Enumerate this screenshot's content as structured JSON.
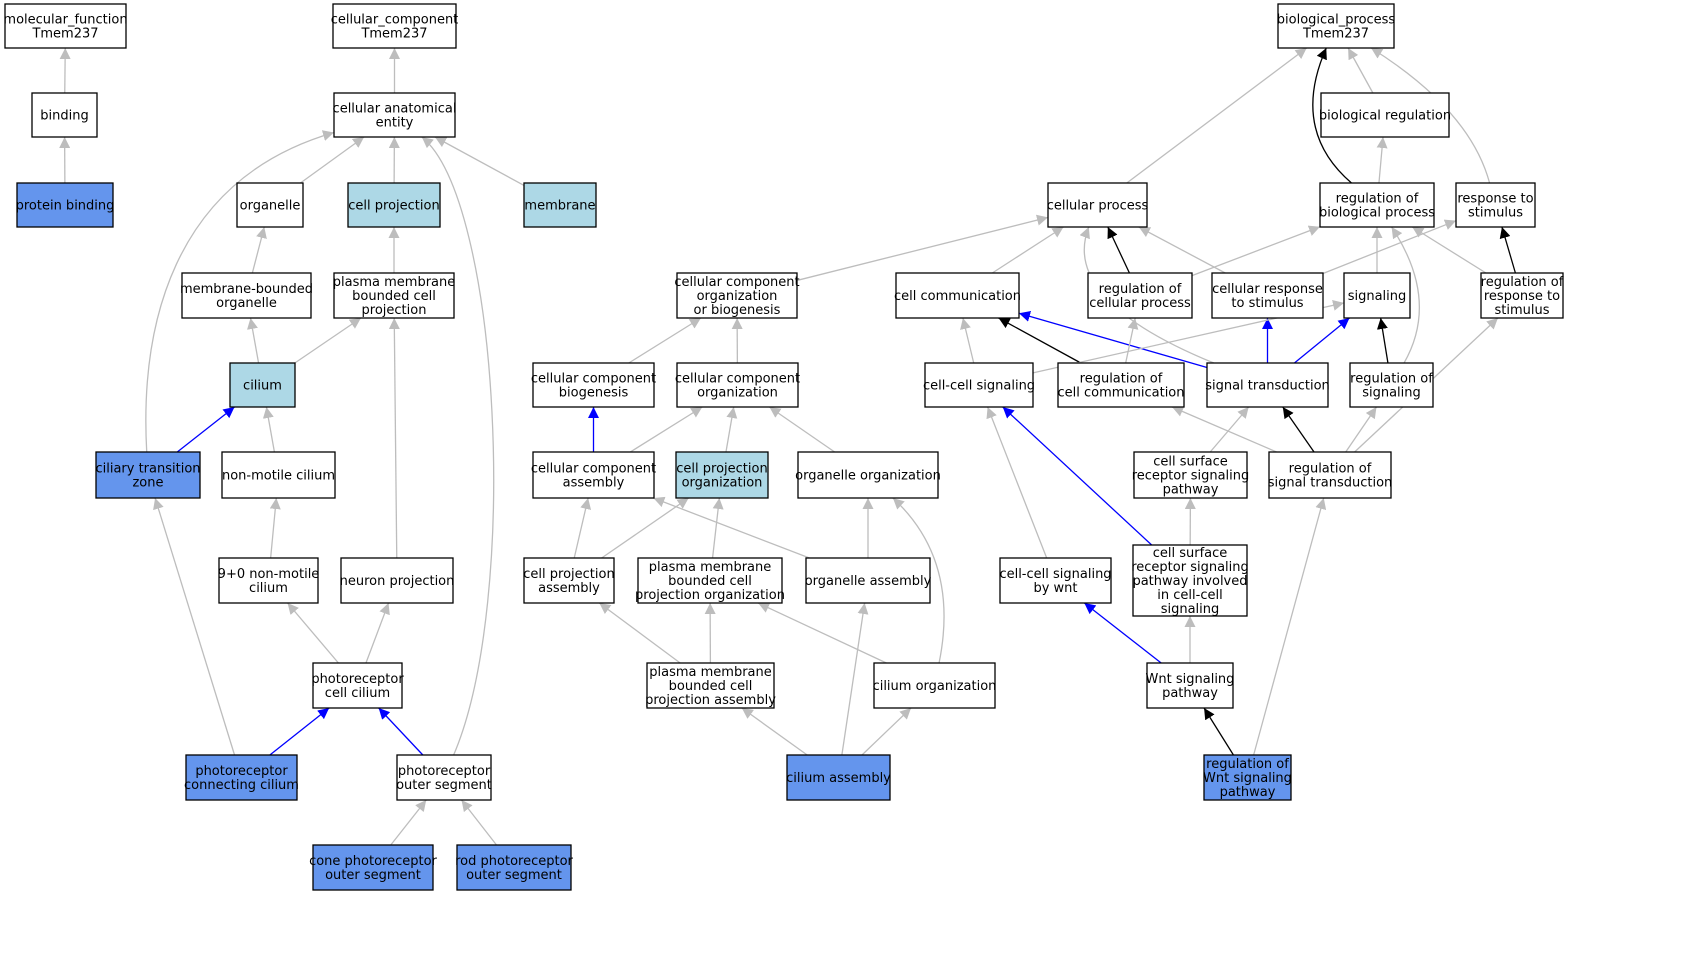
{
  "colors": {
    "plain": "#ffffff",
    "light": "#add8e6",
    "dark": "#6495ed",
    "edge_gray": "#bdbdbd",
    "edge_black": "#000000",
    "edge_blue": "#0000ff"
  },
  "nodes": [
    {
      "id": "mf",
      "lines": [
        "molecular_function",
        "Tmem237"
      ],
      "fill": "plain"
    },
    {
      "id": "cc",
      "lines": [
        "cellular_component",
        "Tmem237"
      ],
      "fill": "plain"
    },
    {
      "id": "bp",
      "lines": [
        "biological_process",
        "Tmem237"
      ],
      "fill": "plain"
    },
    {
      "id": "binding",
      "lines": [
        "binding"
      ],
      "fill": "plain"
    },
    {
      "id": "cae",
      "lines": [
        "cellular anatomical",
        "entity"
      ],
      "fill": "plain"
    },
    {
      "id": "biolreg",
      "lines": [
        "biological regulation"
      ],
      "fill": "plain"
    },
    {
      "id": "protbind",
      "lines": [
        "protein binding"
      ],
      "fill": "dark"
    },
    {
      "id": "organelle",
      "lines": [
        "organelle"
      ],
      "fill": "plain"
    },
    {
      "id": "cellproj",
      "lines": [
        "cell projection"
      ],
      "fill": "light"
    },
    {
      "id": "membrane",
      "lines": [
        "membrane"
      ],
      "fill": "light"
    },
    {
      "id": "cellproc",
      "lines": [
        "cellular process"
      ],
      "fill": "plain"
    },
    {
      "id": "regbp",
      "lines": [
        "regulation of",
        "biological process"
      ],
      "fill": "plain"
    },
    {
      "id": "respstim",
      "lines": [
        "response to",
        "stimulus"
      ],
      "fill": "plain"
    },
    {
      "id": "mbo",
      "lines": [
        "membrane-bounded",
        "organelle"
      ],
      "fill": "plain"
    },
    {
      "id": "pmbcp",
      "lines": [
        "plasma membrane",
        "bounded cell",
        "projection"
      ],
      "fill": "plain"
    },
    {
      "id": "ccob",
      "lines": [
        "cellular component",
        "organization",
        "or biogenesis"
      ],
      "fill": "plain"
    },
    {
      "id": "cellcomm",
      "lines": [
        "cell communication"
      ],
      "fill": "plain"
    },
    {
      "id": "regcp",
      "lines": [
        "regulation of",
        "cellular process"
      ],
      "fill": "plain"
    },
    {
      "id": "cellresp",
      "lines": [
        "cellular response",
        "to stimulus"
      ],
      "fill": "plain"
    },
    {
      "id": "signaling",
      "lines": [
        "signaling"
      ],
      "fill": "plain"
    },
    {
      "id": "regresp",
      "lines": [
        "regulation of",
        "response to",
        "stimulus"
      ],
      "fill": "plain"
    },
    {
      "id": "cilium",
      "lines": [
        "cilium"
      ],
      "fill": "light"
    },
    {
      "id": "ccbio",
      "lines": [
        "cellular component",
        "biogenesis"
      ],
      "fill": "plain"
    },
    {
      "id": "ccorg",
      "lines": [
        "cellular component",
        "organization"
      ],
      "fill": "plain"
    },
    {
      "id": "ccsig",
      "lines": [
        "cell-cell signaling"
      ],
      "fill": "plain"
    },
    {
      "id": "regcc",
      "lines": [
        "regulation of",
        "cell communication"
      ],
      "fill": "plain"
    },
    {
      "id": "sigtrans",
      "lines": [
        "signal transduction"
      ],
      "fill": "plain"
    },
    {
      "id": "regsig",
      "lines": [
        "regulation of",
        "signaling"
      ],
      "fill": "plain"
    },
    {
      "id": "ctz",
      "lines": [
        "ciliary transition",
        "zone"
      ],
      "fill": "dark"
    },
    {
      "id": "nmc",
      "lines": [
        "non-motile cilium"
      ],
      "fill": "plain"
    },
    {
      "id": "ccasm",
      "lines": [
        "cellular component",
        "assembly"
      ],
      "fill": "plain"
    },
    {
      "id": "cporg",
      "lines": [
        "cell projection",
        "organization"
      ],
      "fill": "light"
    },
    {
      "id": "orgorg",
      "lines": [
        "organelle organization"
      ],
      "fill": "plain"
    },
    {
      "id": "csrsp",
      "lines": [
        "cell surface",
        "receptor signaling",
        "pathway"
      ],
      "fill": "plain"
    },
    {
      "id": "regst",
      "lines": [
        "regulation of",
        "signal transduction"
      ],
      "fill": "plain"
    },
    {
      "id": "nmc90",
      "lines": [
        "9+0 non-motile",
        "cilium"
      ],
      "fill": "plain"
    },
    {
      "id": "neuproj",
      "lines": [
        "neuron projection"
      ],
      "fill": "plain"
    },
    {
      "id": "cpasm",
      "lines": [
        "cell projection",
        "assembly"
      ],
      "fill": "plain"
    },
    {
      "id": "pmbcpo",
      "lines": [
        "plasma membrane",
        "bounded cell",
        "projection organization"
      ],
      "fill": "plain"
    },
    {
      "id": "orgasm",
      "lines": [
        "organelle assembly"
      ],
      "fill": "plain"
    },
    {
      "id": "ccswnt",
      "lines": [
        "cell-cell signaling",
        "by wnt"
      ],
      "fill": "plain"
    },
    {
      "id": "csrspcc",
      "lines": [
        "cell surface",
        "receptor signaling",
        "pathway involved",
        "in cell-cell",
        "signaling"
      ],
      "fill": "plain"
    },
    {
      "id": "prcc",
      "lines": [
        "photoreceptor",
        "cell cilium"
      ],
      "fill": "plain"
    },
    {
      "id": "pmbcpa",
      "lines": [
        "plasma membrane",
        "bounded cell",
        "projection assembly"
      ],
      "fill": "plain"
    },
    {
      "id": "ciliumorg",
      "lines": [
        "cilium organization"
      ],
      "fill": "plain"
    },
    {
      "id": "wnt",
      "lines": [
        "Wnt signaling",
        "pathway"
      ],
      "fill": "plain"
    },
    {
      "id": "prconn",
      "lines": [
        "photoreceptor",
        "connecting cilium"
      ],
      "fill": "dark"
    },
    {
      "id": "pros",
      "lines": [
        "photoreceptor",
        "outer segment"
      ],
      "fill": "plain"
    },
    {
      "id": "ciliumasm",
      "lines": [
        "cilium assembly"
      ],
      "fill": "dark"
    },
    {
      "id": "regwnt",
      "lines": [
        "regulation of",
        "Wnt signaling",
        "pathway"
      ],
      "fill": "dark"
    },
    {
      "id": "conepr",
      "lines": [
        "cone photoreceptor",
        "outer segment"
      ],
      "fill": "dark"
    },
    {
      "id": "rodpr",
      "lines": [
        "rod photoreceptor",
        "outer segment"
      ],
      "fill": "dark"
    }
  ],
  "edges": [
    {
      "from": "binding",
      "to": "mf",
      "color": "edge_gray"
    },
    {
      "from": "protbind",
      "to": "binding",
      "color": "edge_gray"
    },
    {
      "from": "cae",
      "to": "cc",
      "color": "edge_gray"
    },
    {
      "from": "organelle",
      "to": "cae",
      "color": "edge_gray"
    },
    {
      "from": "cellproj",
      "to": "cae",
      "color": "edge_gray"
    },
    {
      "from": "membrane",
      "to": "cae",
      "color": "edge_gray"
    },
    {
      "from": "ctz",
      "to": "cae",
      "color": "edge_gray"
    },
    {
      "from": "pros",
      "to": "cae",
      "color": "edge_gray"
    },
    {
      "from": "mbo",
      "to": "organelle",
      "color": "edge_gray"
    },
    {
      "from": "pmbcp",
      "to": "cellproj",
      "color": "edge_gray"
    },
    {
      "from": "cilium",
      "to": "mbo",
      "color": "edge_gray"
    },
    {
      "from": "cilium",
      "to": "pmbcp",
      "color": "edge_gray"
    },
    {
      "from": "neuproj",
      "to": "pmbcp",
      "color": "edge_gray"
    },
    {
      "from": "ctz",
      "to": "cilium",
      "color": "edge_blue"
    },
    {
      "from": "nmc",
      "to": "cilium",
      "color": "edge_gray"
    },
    {
      "from": "nmc90",
      "to": "nmc",
      "color": "edge_gray"
    },
    {
      "from": "prcc",
      "to": "nmc90",
      "color": "edge_gray"
    },
    {
      "from": "prcc",
      "to": "neuproj",
      "color": "edge_gray"
    },
    {
      "from": "prconn",
      "to": "ctz",
      "color": "edge_gray"
    },
    {
      "from": "prconn",
      "to": "prcc",
      "color": "edge_blue"
    },
    {
      "from": "pros",
      "to": "prcc",
      "color": "edge_blue"
    },
    {
      "from": "conepr",
      "to": "pros",
      "color": "edge_gray"
    },
    {
      "from": "rodpr",
      "to": "pros",
      "color": "edge_gray"
    },
    {
      "from": "cellproc",
      "to": "bp",
      "color": "edge_gray"
    },
    {
      "from": "regbp",
      "to": "bp",
      "color": "edge_black"
    },
    {
      "from": "biolreg",
      "to": "bp",
      "color": "edge_gray"
    },
    {
      "from": "respstim",
      "to": "bp",
      "color": "edge_gray"
    },
    {
      "from": "regbp",
      "to": "biolreg",
      "color": "edge_gray"
    },
    {
      "from": "ccob",
      "to": "cellproc",
      "color": "edge_gray"
    },
    {
      "from": "cellcomm",
      "to": "cellproc",
      "color": "edge_gray"
    },
    {
      "from": "regcp",
      "to": "cellproc",
      "color": "edge_black"
    },
    {
      "from": "cellresp",
      "to": "cellproc",
      "color": "edge_gray"
    },
    {
      "from": "sigtrans",
      "to": "cellproc",
      "color": "edge_gray"
    },
    {
      "from": "regcp",
      "to": "regbp",
      "color": "edge_gray"
    },
    {
      "from": "signaling",
      "to": "regbp",
      "color": "edge_gray"
    },
    {
      "from": "regresp",
      "to": "regbp",
      "color": "edge_gray"
    },
    {
      "from": "regsig",
      "to": "regbp",
      "color": "edge_gray"
    },
    {
      "from": "cellresp",
      "to": "respstim",
      "color": "edge_gray"
    },
    {
      "from": "regresp",
      "to": "respstim",
      "color": "edge_black"
    },
    {
      "from": "ccbio",
      "to": "ccob",
      "color": "edge_gray"
    },
    {
      "from": "ccorg",
      "to": "ccob",
      "color": "edge_gray"
    },
    {
      "from": "ccsig",
      "to": "cellcomm",
      "color": "edge_gray"
    },
    {
      "from": "regcc",
      "to": "cellcomm",
      "color": "edge_black"
    },
    {
      "from": "sigtrans",
      "to": "cellcomm",
      "color": "edge_blue"
    },
    {
      "from": "regcc",
      "to": "regcp",
      "color": "edge_gray"
    },
    {
      "from": "sigtrans",
      "to": "cellresp",
      "color": "edge_blue"
    },
    {
      "from": "sigtrans",
      "to": "signaling",
      "color": "edge_blue"
    },
    {
      "from": "ccsig",
      "to": "signaling",
      "color": "edge_gray"
    },
    {
      "from": "regsig",
      "to": "signaling",
      "color": "edge_black"
    },
    {
      "from": "regst",
      "to": "regresp",
      "color": "edge_gray"
    },
    {
      "from": "regst",
      "to": "regcc",
      "color": "edge_gray"
    },
    {
      "from": "regst",
      "to": "sigtrans",
      "color": "edge_black"
    },
    {
      "from": "regst",
      "to": "regsig",
      "color": "edge_gray"
    },
    {
      "from": "ccasm",
      "to": "ccbio",
      "color": "edge_blue"
    },
    {
      "from": "ccasm",
      "to": "ccorg",
      "color": "edge_gray"
    },
    {
      "from": "cporg",
      "to": "ccorg",
      "color": "edge_gray"
    },
    {
      "from": "orgorg",
      "to": "ccorg",
      "color": "edge_gray"
    },
    {
      "from": "cpasm",
      "to": "ccasm",
      "color": "edge_gray"
    },
    {
      "from": "orgasm",
      "to": "ccasm",
      "color": "edge_gray"
    },
    {
      "from": "cpasm",
      "to": "cporg",
      "color": "edge_gray"
    },
    {
      "from": "pmbcpo",
      "to": "cporg",
      "color": "edge_gray"
    },
    {
      "from": "orgasm",
      "to": "orgorg",
      "color": "edge_gray"
    },
    {
      "from": "ciliumorg",
      "to": "orgorg",
      "color": "edge_gray"
    },
    {
      "from": "pmbcpa",
      "to": "cpasm",
      "color": "edge_gray"
    },
    {
      "from": "pmbcpa",
      "to": "pmbcpo",
      "color": "edge_gray"
    },
    {
      "from": "ciliumorg",
      "to": "pmbcpo",
      "color": "edge_gray"
    },
    {
      "from": "ciliumasm",
      "to": "pmbcpa",
      "color": "edge_gray"
    },
    {
      "from": "ciliumasm",
      "to": "orgasm",
      "color": "edge_gray"
    },
    {
      "from": "ciliumasm",
      "to": "ciliumorg",
      "color": "edge_gray"
    },
    {
      "from": "csrsp",
      "to": "sigtrans",
      "color": "edge_gray"
    },
    {
      "from": "csrspcc",
      "to": "csrsp",
      "color": "edge_gray"
    },
    {
      "from": "csrspcc",
      "to": "ccsig",
      "color": "edge_blue"
    },
    {
      "from": "ccswnt",
      "to": "ccsig",
      "color": "edge_gray"
    },
    {
      "from": "wnt",
      "to": "csrspcc",
      "color": "edge_gray"
    },
    {
      "from": "wnt",
      "to": "ccswnt",
      "color": "edge_blue"
    },
    {
      "from": "regwnt",
      "to": "wnt",
      "color": "edge_black"
    },
    {
      "from": "regwnt",
      "to": "regst",
      "color": "edge_gray"
    }
  ]
}
